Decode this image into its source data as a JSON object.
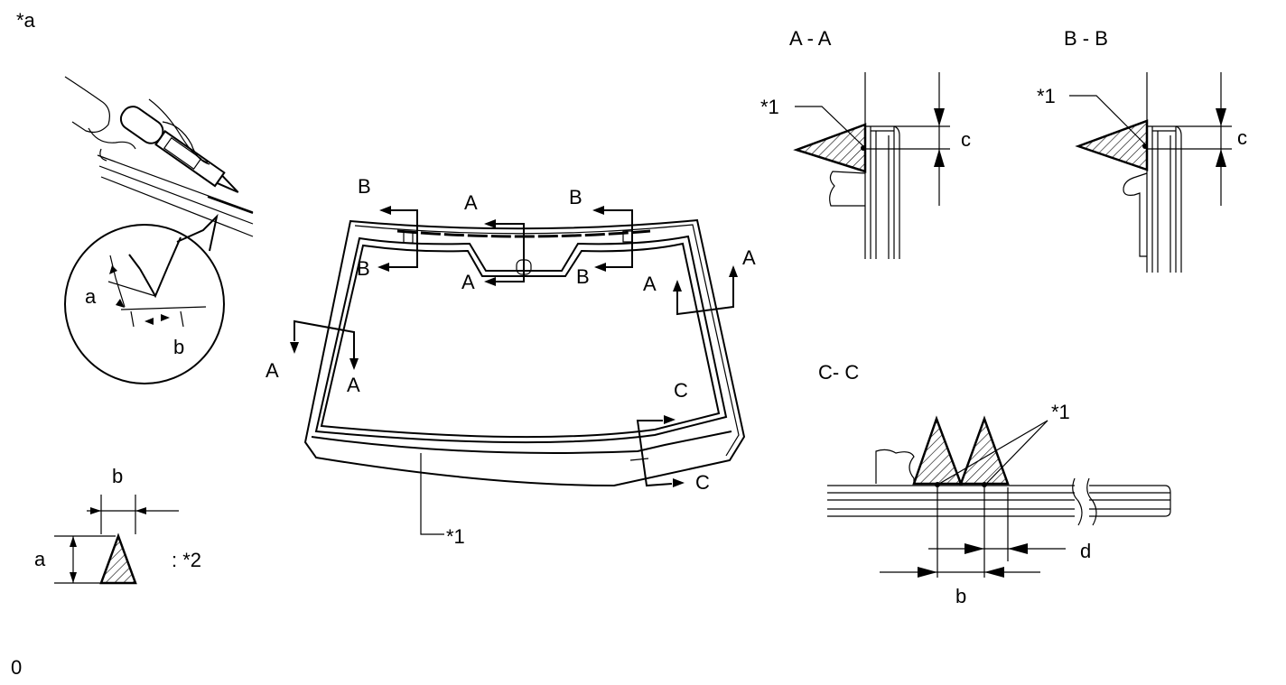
{
  "labels": {
    "corner_tag": "*a",
    "bottom_left": "0",
    "dim_a": "a",
    "dim_b": "b",
    "dim_c": "c",
    "dim_d": "d",
    "callout_1": "*1",
    "callout_2": ": *2",
    "sec_A": "A",
    "sec_B": "B",
    "sec_C": "C",
    "title_AA": "A - A",
    "title_BB": "B - B",
    "title_CC": "C- C"
  }
}
